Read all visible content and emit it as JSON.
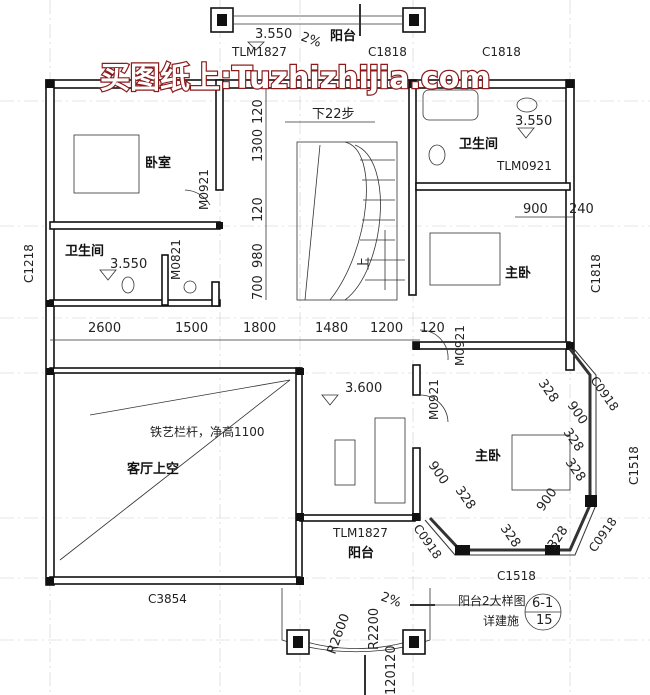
{
  "watermark": "买图纸上:Tuzhizhijia.com",
  "rooms": {
    "bedroom": "卧室",
    "bathroom_top": "卫生间",
    "bathroom_left": "卫生间",
    "master_bedroom_1": "主卧",
    "master_bedroom_2": "主卧",
    "living_void": "客厅上空",
    "balcony_top": "阳台",
    "balcony_bottom": "阳台"
  },
  "elevations": {
    "balcony_top": "3.550",
    "bathroom_top": "3.550",
    "bathroom_left": "3.550",
    "corridor": "3.600"
  },
  "slopes": {
    "top": "2%",
    "bottom": "2%"
  },
  "stair_note": "下22步",
  "stair_up": "上",
  "railing_note": "铁艺栏杆，净高1100",
  "openings": {
    "tlm1827_top": "TLM1827",
    "c1818_top": "C1818",
    "c1818_right_top": "C1818",
    "tlm0921": "TLM0921",
    "m0921_bedroom": "M0921",
    "m0821": "M0821",
    "c1218": "C1218",
    "c1818_right": "C1818",
    "m0921_master": "M0921",
    "m0921_master2": "M0921",
    "c0918_a": "C0918",
    "c0918_b": "C0918",
    "c0918_c": "C0918",
    "c1518_right": "C1518",
    "c1518_bottom": "C1518",
    "tlm1827_bottom": "TLM1827",
    "c3854": "C3854"
  },
  "dimensions": {
    "d1300": "1300",
    "d120a": "120",
    "d120b": "120",
    "d980": "980",
    "d700": "700",
    "d900_top": "900",
    "d240": "240",
    "row": [
      "2600",
      "1500",
      "1800",
      "1480",
      "1200",
      "120"
    ],
    "oct": [
      "328",
      "900",
      "328",
      "328",
      "900",
      "328",
      "328",
      "900",
      "328"
    ],
    "r2600": "R2600",
    "r2200": "R2200",
    "d_bottom": "120120"
  },
  "detail_ref": {
    "label": "阳台2大样图",
    "sub": "详建施",
    "num_top": "6-1",
    "num_bottom": "15"
  }
}
